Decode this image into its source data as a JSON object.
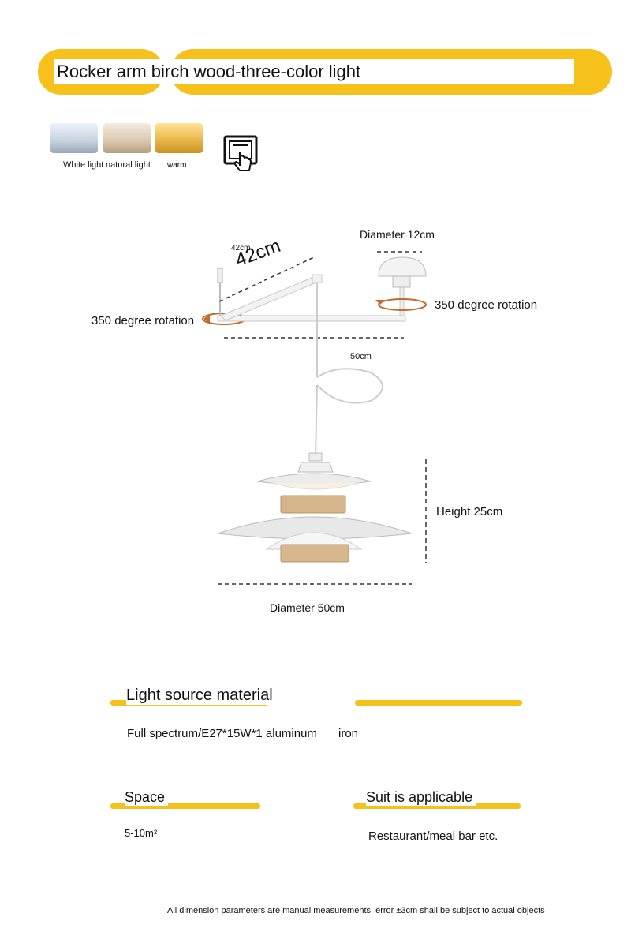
{
  "header": {
    "title": "Rocker arm birch wood-three-color light"
  },
  "light_options": {
    "white_label": "White light",
    "natural_label": "natural light",
    "warm_label": "warm",
    "colors": [
      "#c7d2e0",
      "#d9c8ae",
      "#e8b84a"
    ]
  },
  "icons": {
    "switch": "switch-touch-icon"
  },
  "dimensions": {
    "arm_length_small": "42cm",
    "arm_length_handwritten": "42cm",
    "canopy_diameter": "Diameter 12cm",
    "rotation_right": "350 degree rotation",
    "rotation_left": "350 degree rotation",
    "arm_width": "50cm",
    "height": "Height 25cm",
    "shade_diameter": "Diameter 50cm"
  },
  "specs": {
    "light_source_title": "Light source material",
    "light_source_value": "Full spectrum/E27*15W*1 aluminum",
    "material_value": "iron",
    "space_title": "Space",
    "space_value": "5-10m²",
    "suit_title": "Suit is applicable",
    "suit_value": "Restaurant/meal bar etc."
  },
  "footer": {
    "note": "All dimension parameters are manual measurements, error ±3cm shall be subject to actual objects"
  },
  "accent_color": "#f6c11a"
}
